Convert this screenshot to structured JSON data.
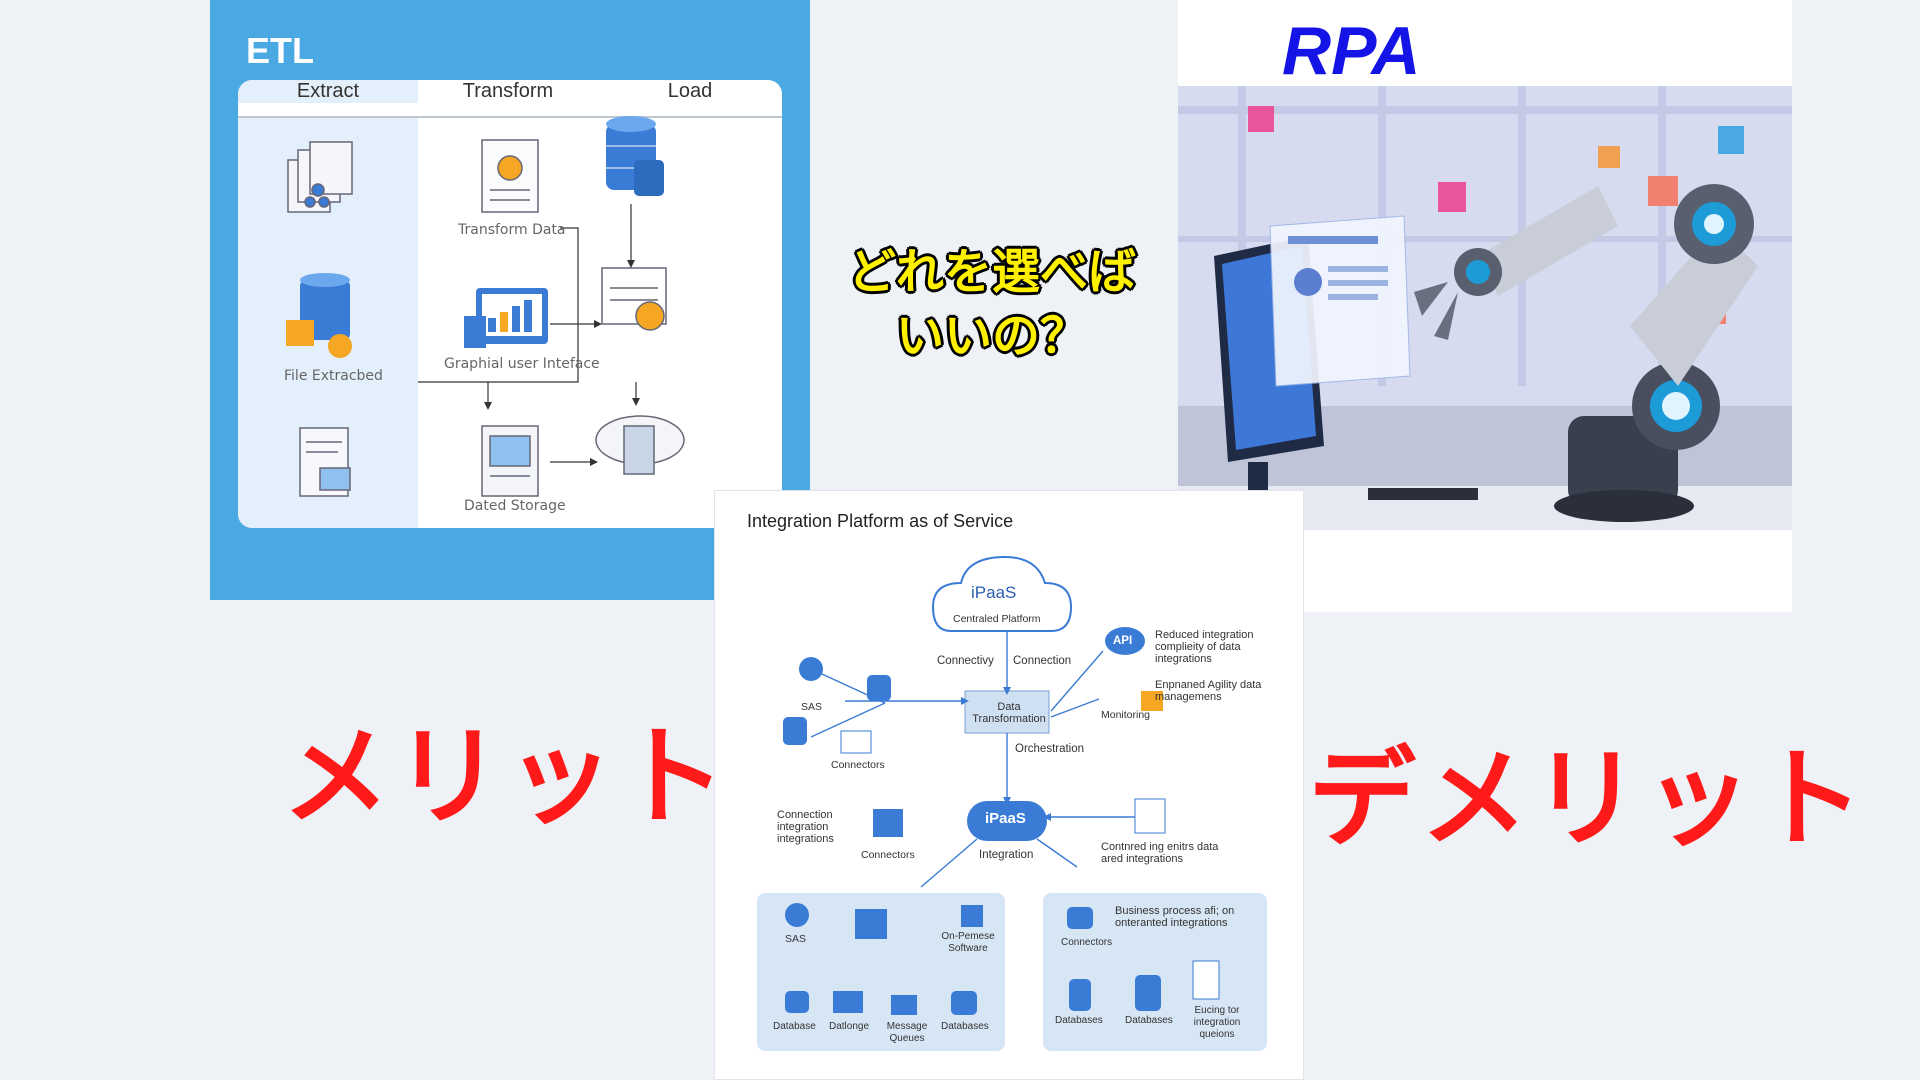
{
  "etl": {
    "title": "ETL",
    "headers": {
      "extract": "Extract",
      "transform": "Transform",
      "load": "Load"
    },
    "labels": {
      "transform_data": "Transform Data",
      "file_extracted": "File Extracbed",
      "graphical_ui": "Graphial user Inteface",
      "dated_storage": "Dated Storage"
    }
  },
  "rpa": {
    "title": "RPA"
  },
  "question": {
    "line1": "どれを選べば",
    "line2": "いいの？"
  },
  "merit": "メリット",
  "demerit": "デメリット",
  "ipaas": {
    "title": "Integration Platform as of Service",
    "cloud_title": "iPaaS",
    "cloud_sub": "Centraled Platform",
    "connectivy": "Connectivy",
    "connection": "Connection",
    "data_transformation": "Data Transformation",
    "orchestration": "Orchestration",
    "api": "API",
    "benefit1": "Reduced integration complieity of data integrations",
    "benefit2": "Enpnaned Agility data managemens",
    "monitoring": "Monitoring",
    "sas": "SAS",
    "connectors": "Connectors",
    "connection_integration": "Connection integration integrations",
    "ipaas_node": "iPaaS",
    "integration": "Integration",
    "continued": "Contnred ing enitrs data ared integrations",
    "box1": {
      "sas": "SAS",
      "on_premise": "On-Pemese Software",
      "database": "Database",
      "datonge": "Datlonge",
      "message_queues": "Message Queues",
      "databases": "Databases"
    },
    "box2": {
      "title": "Business process afi; on onteranted integrations",
      "connectors": "Connectors",
      "databases1": "Databases",
      "databases2": "Databases",
      "eucing": "Eucing tor integration queions"
    }
  }
}
